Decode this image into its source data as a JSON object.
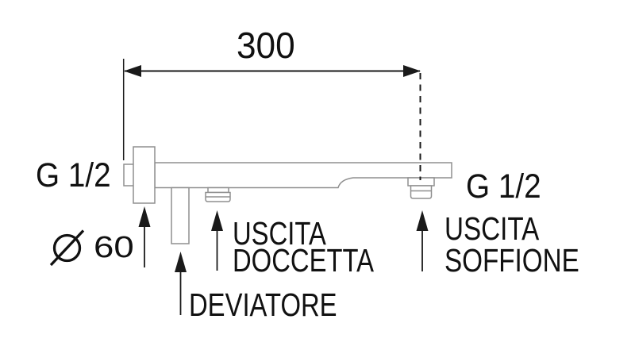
{
  "labels": {
    "dimension_length": "300",
    "thread_left": "G 1/2",
    "thread_right": "G 1/2",
    "diameter_symbol": "Ø",
    "diameter_value": "60",
    "outlet_handshower_line1": "USCITA",
    "outlet_handshower_line2": "DOCCETTA",
    "outlet_showerhead_line1": "USCITA",
    "outlet_showerhead_line2": "SOFFIONE",
    "diverter": "DEVIATORE"
  },
  "colors": {
    "annotation": "#1a1a1a",
    "fixture_outline": "#8f8f8f",
    "background": "#ffffff"
  }
}
